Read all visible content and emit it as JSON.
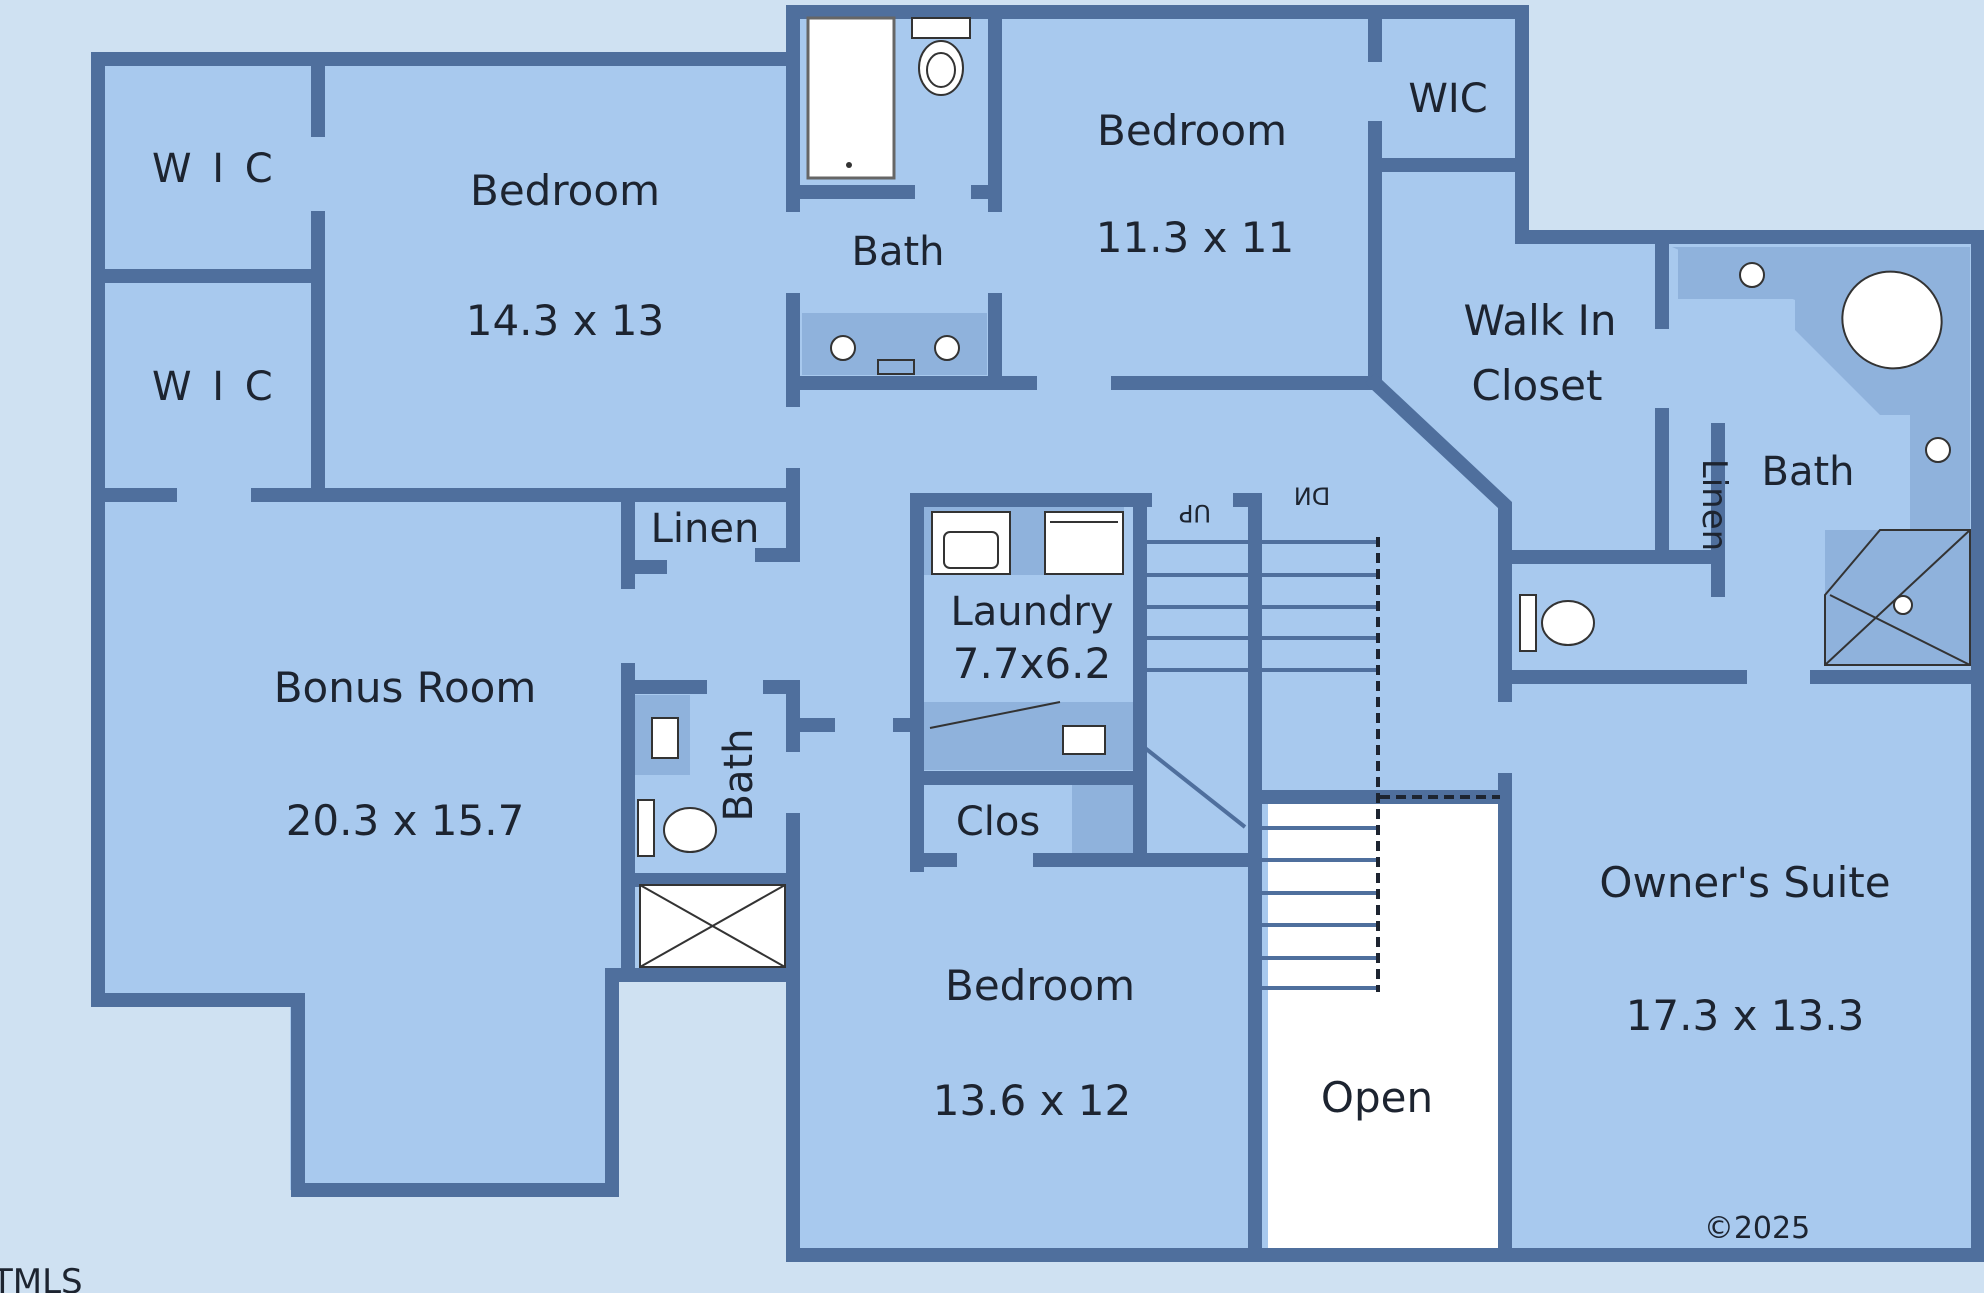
{
  "colors": {
    "background": "#cfe1f2",
    "floor": "#a8c9ee",
    "wall": "#4f6f9d",
    "fixture_area": "#8fb2dc",
    "fixture": "#ffffff",
    "open_area": "#ffffff",
    "text": "#1d2430"
  },
  "rooms": {
    "wic_1": {
      "name": "W I C"
    },
    "wic_2": {
      "name": "W I C"
    },
    "bedroom_1": {
      "name": "Bedroom",
      "size": "14.3 x 13"
    },
    "bath_hall": {
      "name": "Bath"
    },
    "bedroom_2": {
      "name": "Bedroom",
      "size": "11.3 x 11"
    },
    "wic_3": {
      "name": "WIC"
    },
    "walk_in_closet": {
      "name_line1": "Walk In",
      "name_line2": "Closet"
    },
    "owners_bath": {
      "name": "Bath"
    },
    "linen_1": {
      "name": "Linen"
    },
    "linen_2": {
      "name": "Linen"
    },
    "bonus_room": {
      "name": "Bonus Room",
      "size": "20.3 x 15.7"
    },
    "bath_bonus": {
      "name": "Bath"
    },
    "laundry": {
      "name": "Laundry",
      "size": "7.7x6.2"
    },
    "closet": {
      "name": "Clos"
    },
    "bedroom_3": {
      "name": "Bedroom",
      "size": "13.6 x 12"
    },
    "open": {
      "name": "Open"
    },
    "owners_suite": {
      "name": "Owner's Suite",
      "size": "17.3 x 13.3"
    }
  },
  "stairs": {
    "up_label": "UP",
    "down_label": "DN"
  },
  "copyright": "©2025",
  "watermark": "TMLS"
}
